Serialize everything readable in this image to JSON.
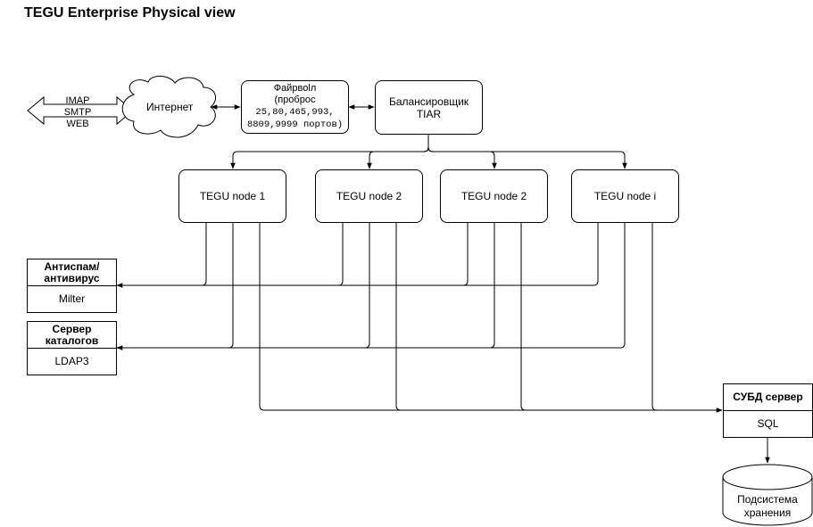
{
  "title": "TEGU Enterprise Physical view",
  "protocols": [
    "IMAP",
    "SMTP",
    "WEB"
  ],
  "internet": "Интернет",
  "firewall": {
    "line1": "Файрвolл",
    "line2": "(проброс",
    "ports1": "25,80,465,993,",
    "ports2": "8809,9999 портов)"
  },
  "balancer": {
    "line1": "Балансировщик",
    "line2": "TIAR"
  },
  "nodes": [
    "TEGU node 1",
    "TEGU node 2",
    "TEGU node 2",
    "TEGU node i"
  ],
  "antispam": {
    "header": "Антиспам/ антивирус",
    "row": "Milter"
  },
  "directory": {
    "header": "Сервер каталогов",
    "row": "LDAP3"
  },
  "dbms": {
    "header": "СУБД сервер",
    "row": "SQL"
  },
  "storage": "Подсистема хранения"
}
